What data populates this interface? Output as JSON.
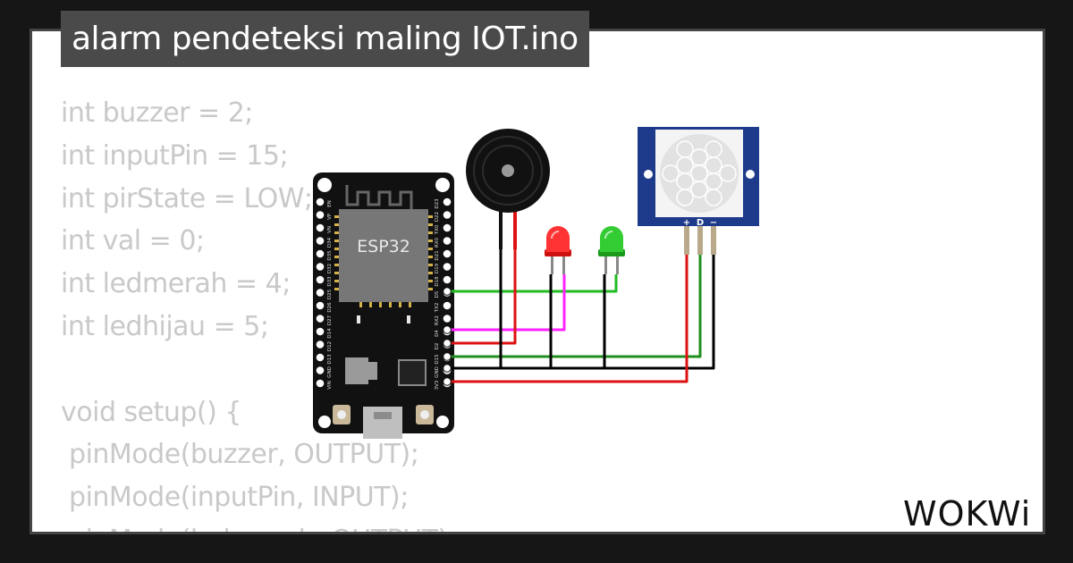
{
  "title": "alarm pendeteksi maling IOT.ino",
  "code_lines": [
    "int buzzer = 2;",
    "int inputPin = 15;",
    "int pirState = LOW;",
    "int val = 0;",
    "int ledmerah = 4;",
    "int ledhijau = 5;",
    "",
    "void setup() {",
    " pinMode(buzzer, OUTPUT);",
    " pinMode(inputPin, INPUT);",
    " pinMode(ledmerah, OUTPUT);"
  ],
  "board": {
    "chip_label": "ESP32",
    "left_pins": [
      "EN",
      "VP",
      "VN",
      "D34",
      "D35",
      "D32",
      "D33",
      "D25",
      "D26",
      "D27",
      "D14",
      "D12",
      "D13",
      "GND",
      "VIN"
    ],
    "right_pins": [
      "D23",
      "D22",
      "TX0",
      "RX0",
      "D21",
      "D19",
      "D18",
      "D5",
      "TX2",
      "RX2",
      "D4",
      "D2",
      "D15",
      "GND",
      "3V3"
    ]
  },
  "pir_labels": {
    "plus": "+",
    "data": "D",
    "minus": "−"
  },
  "logo_text": "WOKWi",
  "colors": {
    "background": "#161616",
    "card": "#ffffff",
    "code_text": "#c9c9c9",
    "title_bg": "#4a4a4a",
    "wire_green": "#22bb22",
    "wire_magenta": "#ff22ff",
    "wire_red": "#dd1111",
    "wire_black": "#000000",
    "led_red": "#ff3333",
    "led_green": "#33cc33",
    "pir_board": "#1e3a8a"
  }
}
